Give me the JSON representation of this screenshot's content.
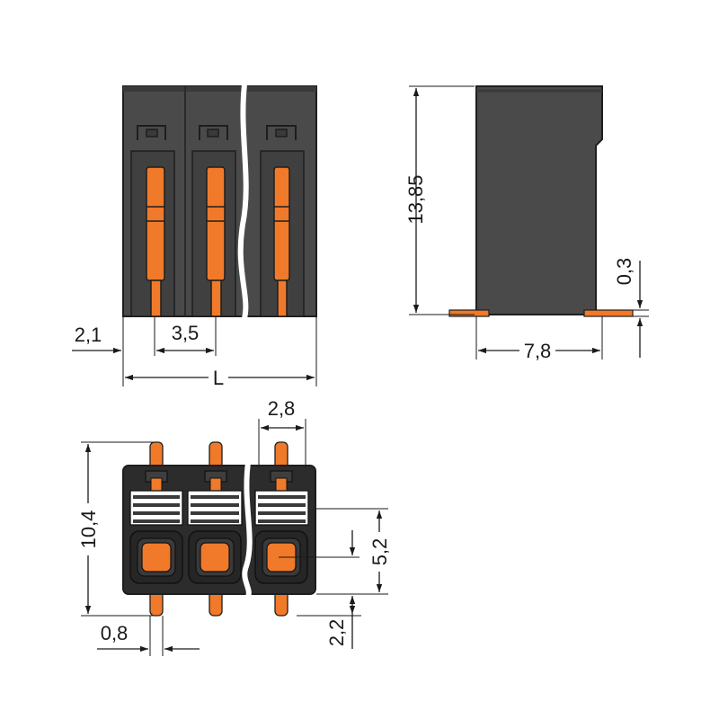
{
  "dimensions": {
    "front_left_offset": "2,1",
    "front_pitch": "3,5",
    "front_length": "L",
    "side_height": "13,85",
    "side_pin_offset": "0,3",
    "side_depth": "7,8",
    "bottom_pitch": "2,8",
    "bottom_height": "10,4",
    "bottom_button_height": "5,2",
    "bottom_pin_protrusion": "2,2",
    "bottom_pin_width": "0,8"
  },
  "colors": {
    "housing": "#4a4a4a",
    "housing_outline": "#1e1e1e",
    "contact_orange": "#f07a2a",
    "button_dark": "#262626",
    "dimension_line": "#1a1a1a"
  }
}
